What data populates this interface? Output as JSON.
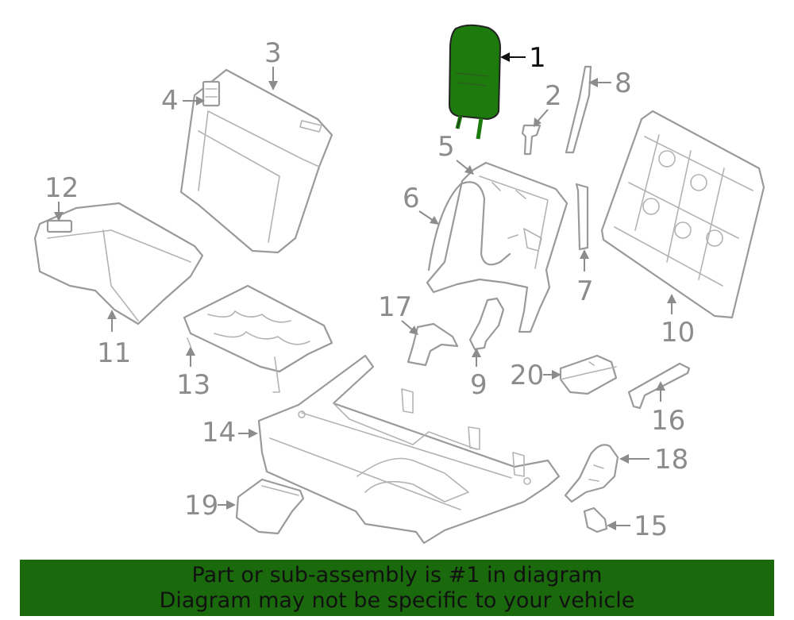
{
  "colors": {
    "highlight_fill": "#1d7a0c",
    "banner_background": "#1a6a0d",
    "part_stroke": "#9a9a9a",
    "label_text": "#8c8c8c"
  },
  "callouts": [
    {
      "id": "1",
      "label": "1",
      "highlighted": true
    },
    {
      "id": "2",
      "label": "2"
    },
    {
      "id": "3",
      "label": "3"
    },
    {
      "id": "4",
      "label": "4"
    },
    {
      "id": "5",
      "label": "5"
    },
    {
      "id": "6",
      "label": "6"
    },
    {
      "id": "7",
      "label": "7"
    },
    {
      "id": "8",
      "label": "8"
    },
    {
      "id": "9",
      "label": "9"
    },
    {
      "id": "10",
      "label": "10"
    },
    {
      "id": "11",
      "label": "11"
    },
    {
      "id": "12",
      "label": "12"
    },
    {
      "id": "13",
      "label": "13"
    },
    {
      "id": "14",
      "label": "14"
    },
    {
      "id": "15",
      "label": "15"
    },
    {
      "id": "16",
      "label": "16"
    },
    {
      "id": "17",
      "label": "17"
    },
    {
      "id": "18",
      "label": "18"
    },
    {
      "id": "19",
      "label": "19"
    },
    {
      "id": "20",
      "label": "20"
    }
  ],
  "banner": {
    "line1": "Part or sub-assembly is #1 in diagram",
    "line2": "Diagram may not be specific to your vehicle"
  }
}
